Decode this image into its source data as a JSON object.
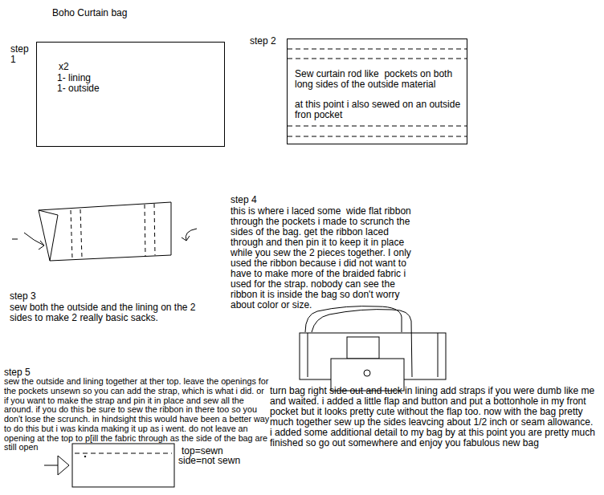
{
  "diagram": {
    "title": "Boho Curtain bag",
    "nodes": [
      {
        "text": [
          "step 1",
          "x2",
          "1- lining",
          "1- outside"
        ]
      },
      {
        "text": [
          "step 2",
          "Sew curtain rod like  pockets on both long sides of the outside material",
          "at this point i also sewed on an outside fron pocket"
        ]
      }
    ],
    "labels": [
      "step 3",
      "sew both the outside and the lining on the 2 sides to make 2 really basic sacks.",
      "step 4",
      "this is where i laced some  wide flat ribbon through the pockets i made to scrunch the sides of the bag. get the ribbon laced through and then pin it to keep it in place while you sew the 2 pieces together. I only used the ribbon because i did not want to have to make more of the braided fabric i used for the strap. nobody can see the ribbon it is inside the bag so don't worry about color or size.",
      "step 5",
      "sew the outside and lining together at ther top. leave the openings for the pockets unsewn so you can add the strap, which is what i did. or if you want to make the strap and pin it in place and sew all the around. if you do this be sure to sew the ribbon in there too so you don't lose the scrunch. in hindsight this would have been a better way to do this but i was kinda making it up as i went. do not leave an opening at the top to p[ill the fabric through as the side of the bag are still open",
      "top=sewn",
      "side=not sewn",
      "turn bag right side out and tuck in lining add straps if you were dumb like me and waited. i added a little flap and button and put a bottonhole in my front pocket but it looks pretty cute without the flap too. now with the bag pretty much together sew up the sides leavcing about 1/2 inch or seam allowance.  i added some additional detail to my bag by at this point you are pretty much finished so go out somewhere and enjoy you fabulous new bag"
    ]
  }
}
